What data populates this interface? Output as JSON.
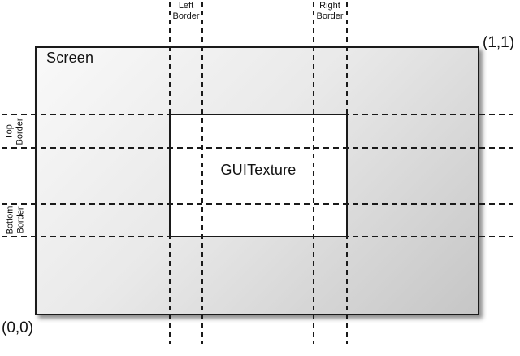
{
  "diagram": {
    "screen": {
      "label": "Screen",
      "coord_origin": "(0,0)",
      "coord_max": "(1,1)"
    },
    "texture": {
      "label": "GUITexture"
    },
    "borders": {
      "left": {
        "line1": "Left",
        "line2": "Border"
      },
      "right": {
        "line1": "Right",
        "line2": "Border"
      },
      "top": {
        "line1": "Top",
        "line2": "Border"
      },
      "bottom": {
        "line1": "Bottom",
        "line2": "Border"
      }
    }
  },
  "colors": {
    "line": "#1a1a1a",
    "screen_gradient_start": "#f9f9f9",
    "screen_gradient_end": "#c6c6c6",
    "texture_fill": "#ffffff",
    "text": "#111111"
  }
}
